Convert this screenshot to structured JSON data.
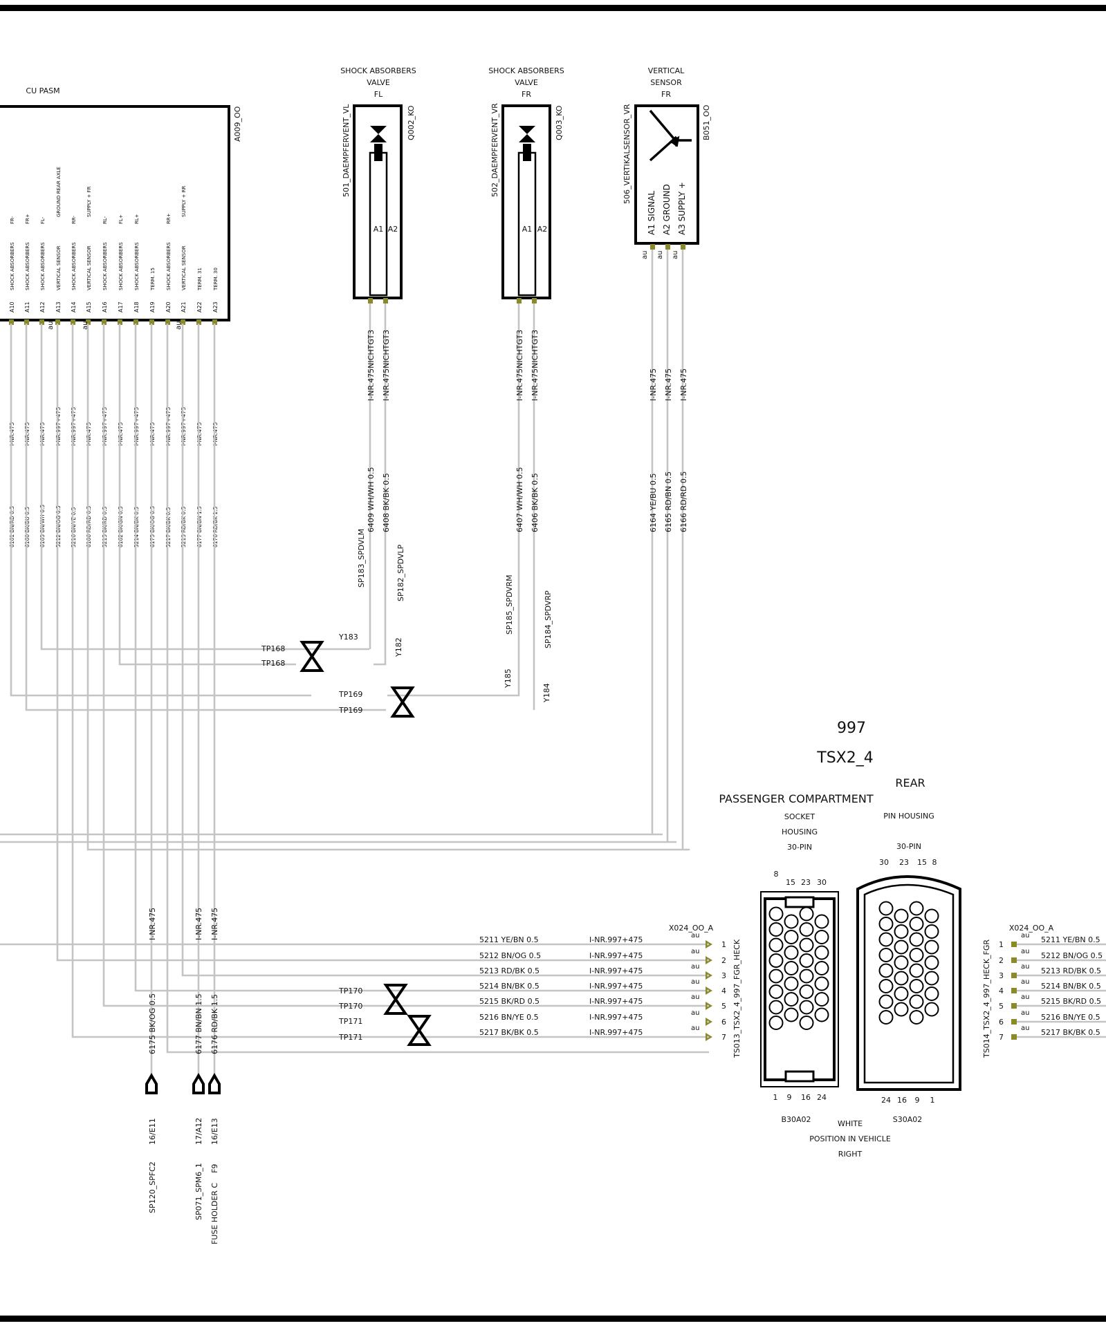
{
  "cu_pasm": {
    "title": "CU PASM",
    "code": "A009_OO",
    "pins": [
      {
        "pin": "A10",
        "func": "SHOCK ABSORBERS",
        "side": "FR-",
        "wire": "I-NR.475",
        "color": "6161 BN/RD 0.5"
      },
      {
        "pin": "A11",
        "func": "SHOCK ABSORBERS",
        "side": "FR+",
        "wire": "I-NR.475",
        "color": "6160 BK/BU 0.5"
      },
      {
        "pin": "A12",
        "func": "SHOCK ABSORBERS",
        "side": "FL-",
        "wire": "I-NR.475",
        "color": "6163 BN/WH 0.5"
      },
      {
        "pin": "A13",
        "func": "VERTICAL SENSOR",
        "side": "GROUND REAR AXLE",
        "wire": "I-NR.997+475",
        "color": "5212 BN/OG 0.5"
      },
      {
        "pin": "A14",
        "func": "SHOCK ABSORBERS",
        "side": "RR-",
        "wire": "I-NR.997+475",
        "color": "5216 BN/YE 0.5"
      },
      {
        "pin": "A15",
        "func": "VERTICAL SENSOR",
        "side": "SUPPLY + FR",
        "wire": "I-NR.475",
        "color": "6166 RD/RD 0.5"
      },
      {
        "pin": "A16",
        "func": "SHOCK ABSORBERS",
        "side": "RL-",
        "wire": "I-NR.997+475",
        "color": "5215 BK/RD 0.5"
      },
      {
        "pin": "A17",
        "func": "SHOCK ABSORBERS",
        "side": "FL+",
        "wire": "I-NR.475",
        "color": "6162 BK/GN 0.5"
      },
      {
        "pin": "A18",
        "func": "SHOCK ABSORBERS",
        "side": "RL+",
        "wire": "I-NR.997+475",
        "color": "5214 BN/BK 0.5"
      },
      {
        "pin": "A19",
        "func": "TERM. 15",
        "side": "",
        "wire": "I-NR.475",
        "color": "6175 BK/OG 0.5"
      },
      {
        "pin": "A20",
        "func": "SHOCK ABSORBERS",
        "side": "RR+",
        "wire": "I-NR.997+475",
        "color": "5217 BK/BK 0.5"
      },
      {
        "pin": "A21",
        "func": "VERTICAL SENSOR",
        "side": "SUPPLY + RR",
        "wire": "I-NR.997+475",
        "color": "5213 RD/BK 0.5"
      },
      {
        "pin": "A22",
        "func": "TERM. 31",
        "side": "",
        "wire": "I-NR.475",
        "color": "6177 BN/BN 1.5"
      },
      {
        "pin": "A23",
        "func": "TERM. 30",
        "side": "",
        "wire": "I-NR.475",
        "color": "6176 RD/BK 1.5"
      }
    ],
    "au_labels": [
      "au",
      "au",
      "au"
    ]
  },
  "components": [
    {
      "title": [
        "SHOCK ABSORBERS",
        "VALVE",
        "FL"
      ],
      "name": "501_DAEMPFERVENT_VL",
      "code": "Q002_KO",
      "pins": [
        "A1",
        "A2"
      ],
      "wires": [
        "I-NR.475NICHTGT3",
        "I-NR.475NICHTGT3"
      ],
      "colors": [
        "6409 WH/WH 0.5",
        "6408 BK/BK 0.5"
      ],
      "splices": [
        "SP183_SPDVLM",
        "SP182_SPDVLP"
      ],
      "y": [
        "Y183",
        "Y182"
      ],
      "tp": "TP168"
    },
    {
      "title": [
        "SHOCK ABSORBERS",
        "VALVE",
        "FR"
      ],
      "name": "502_DAEMPFERVENT_VR",
      "code": "Q003_KO",
      "pins": [
        "A1",
        "A2"
      ],
      "wires": [
        "I-NR.475NICHTGT3",
        "I-NR.475NICHTGT3"
      ],
      "colors": [
        "6407 WH/WH 0.5",
        "6406 BK/BK 0.5"
      ],
      "splices": [
        "SP185_SPDVRM",
        "SP184_SPDVRP"
      ],
      "y": [
        "Y185",
        "Y184"
      ],
      "tp": "TP169"
    },
    {
      "title": [
        "VERTICAL",
        "SENSOR",
        "FR"
      ],
      "name": "506_VERTIKALSENSOR_VR",
      "code": "B051_OO",
      "pins": [
        "A1 SIGNAL",
        "A2 GROUND",
        "A3 SUPPLY +"
      ],
      "au": [
        "au",
        "au",
        "au"
      ],
      "wires": [
        "I-NR.475",
        "I-NR.475",
        "I-NR.475"
      ],
      "colors": [
        "6164 YE/BU 0.5",
        "6165 RD/BN 0.5",
        "6166 RD/RD 0.5"
      ]
    }
  ],
  "title_block": {
    "model": "997",
    "connector": "TSX2_4",
    "rear": "REAR",
    "passenger": "PASSENGER COMPARTMENT",
    "socket": [
      "SOCKET",
      "HOUSING",
      "30-PIN"
    ],
    "pinhousing": [
      "PIN HOUSING",
      "30-PIN"
    ],
    "left_code": "B30A02",
    "right_code": "S30A02",
    "color": "WHITE",
    "position": [
      "POSITION IN VEHICLE",
      "RIGHT"
    ],
    "left_top_nums": [
      "8",
      "15",
      "23",
      "30"
    ],
    "right_top_nums": [
      "30",
      "23",
      "15",
      "8"
    ],
    "left_bot_nums": [
      "1",
      "9",
      "16",
      "24"
    ],
    "right_bot_nums": [
      "24",
      "16",
      "9",
      "1"
    ]
  },
  "x024": {
    "label": "X024_OO_A",
    "left_name": "TS013_TSX2_4_997_FGR_HECK",
    "right_name": "TS014_TSX2_4_997_HECK_FGR",
    "rows": [
      {
        "n": "1",
        "c": "5211 YE/BN 0.5",
        "w": "I-NR.997+475",
        "au": "au"
      },
      {
        "n": "2",
        "c": "5212 BN/OG 0.5",
        "w": "I-NR.997+475",
        "au": "au"
      },
      {
        "n": "3",
        "c": "5213 RD/BK 0.5",
        "w": "I-NR.997+475",
        "au": "au"
      },
      {
        "n": "4",
        "c": "5214 BN/BK 0.5",
        "w": "I-NR.997+475",
        "au": "au"
      },
      {
        "n": "5",
        "c": "5215 BK/RD 0.5",
        "w": "I-NR.997+475",
        "au": "au"
      },
      {
        "n": "6",
        "c": "5216 BN/YE 0.5",
        "w": "I-NR.997+475",
        "au": "au"
      },
      {
        "n": "7",
        "c": "5217 BK/BK 0.5",
        "w": "I-NR.997+475",
        "au": "au"
      }
    ],
    "tps": [
      "TP170",
      "TP170",
      "TP171",
      "TP171"
    ]
  },
  "bottom": {
    "wire_labels": [
      "I-NR.475",
      "I-NR.475",
      "I-NR.475"
    ],
    "colors": [
      "6175 BK/OG 0.5",
      "6177 BN/BN 1.5",
      "6176 RD/BK 1.5"
    ],
    "refs": [
      "16/E11",
      "17/A12",
      "16/E13"
    ],
    "names": [
      "SP120_SPFC2",
      "SP071_SPM6_1",
      "FUSE HOLDER C    F9"
    ]
  }
}
